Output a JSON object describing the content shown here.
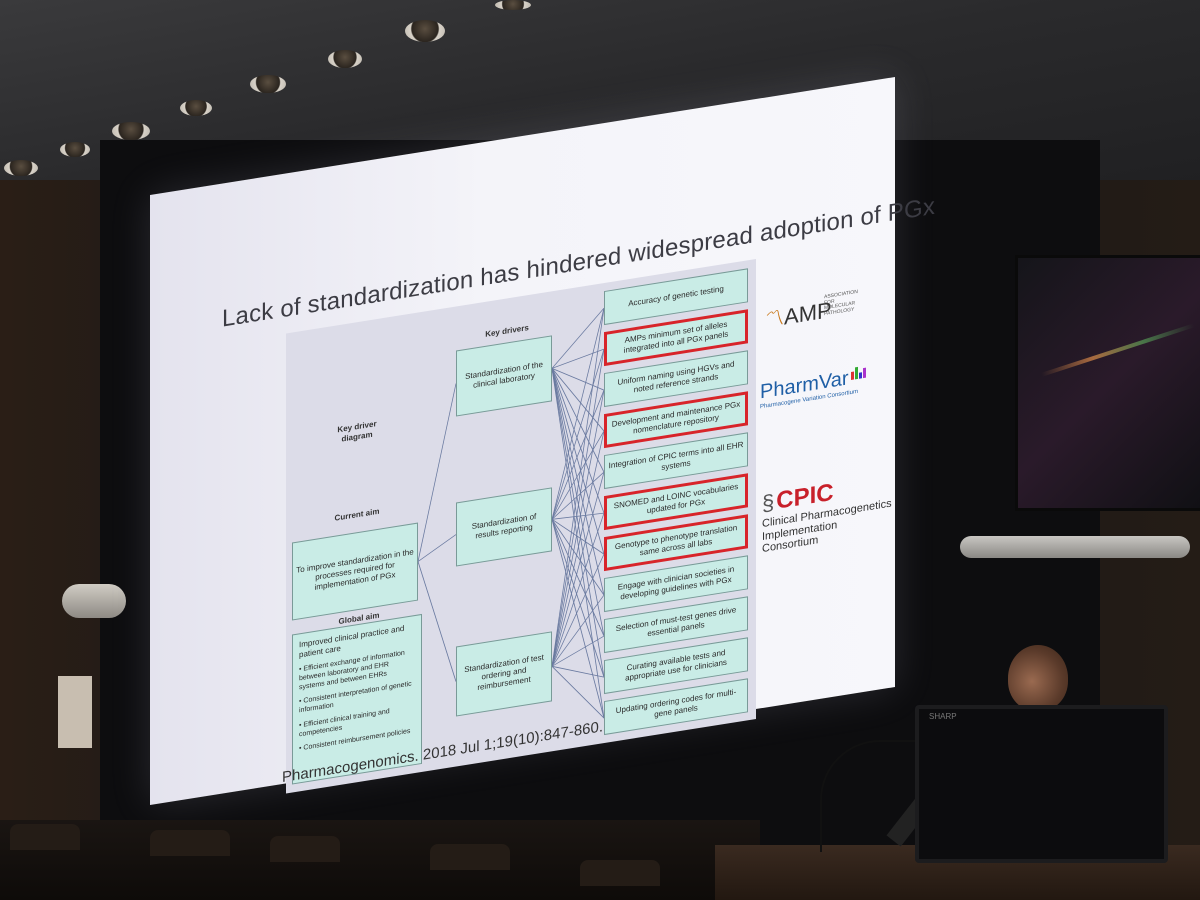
{
  "slide": {
    "title": "Lack of standardization has hindered widespread adoption of PGx",
    "citation": "Pharmacogenomics. 2018 Jul 1;19(10):847-860."
  },
  "diagram": {
    "labels": {
      "key_driver_diagram": "Key driver diagram",
      "current_aim": "Current aim",
      "global_aim": "Global aim",
      "key_drivers": "Key drivers"
    },
    "current_aim_text": "To improve standardization in the processes required for implementation of PGx",
    "global_aim": {
      "heading": "Improved clinical practice and patient care",
      "items": [
        "• Efficient exchange of information between laboratory and EHR systems and between EHRs",
        "• Consistent interpretation of genetic information",
        "• Efficient clinical training and competencies",
        "• Consistent reimbursement policies"
      ]
    },
    "key_drivers": [
      "Standardization of the clinical laboratory",
      "Standardization of results reporting",
      "Standardization of test ordering and reimbursement"
    ],
    "secondary_drivers": [
      {
        "text": "Accuracy of genetic testing",
        "highlighted": false
      },
      {
        "text": "AMPs minimum set of alleles integrated into all PGx panels",
        "highlighted": true
      },
      {
        "text": "Uniform naming using HGVs and noted reference strands",
        "highlighted": false
      },
      {
        "text": "Development and maintenance PGx nomenclature repository",
        "highlighted": true
      },
      {
        "text": "Integration of CPIC terms into all EHR systems",
        "highlighted": false
      },
      {
        "text": "SNOMED and LOINC vocabularies updated for PGx",
        "highlighted": true
      },
      {
        "text": "Genotype to phenotype translation same across all labs",
        "highlighted": true
      },
      {
        "text": "Engage with clinician societies in developing guidelines with PGx",
        "highlighted": false
      },
      {
        "text": "Selection of must-test genes drive essential panels",
        "highlighted": false
      },
      {
        "text": "Curating available tests and appropriate use for clinicians",
        "highlighted": false
      },
      {
        "text": "Updating ordering codes for multi-gene panels",
        "highlighted": false
      }
    ],
    "highlight_color": "#d8242a",
    "box_color": "#c9ece6"
  },
  "logos": {
    "amp": {
      "name": "AMP",
      "subtitle": "ASSOCIATION FOR MOLECULAR PATHOLOGY"
    },
    "pharmvar": {
      "name": "PharmVar",
      "subtitle": "Pharmacogene Variation Consortium"
    },
    "cpic": {
      "name": "CPIC",
      "line1": "Clinical Pharmacogenetics",
      "line2": "Implementation Consortium"
    }
  },
  "room": {
    "monitor_brand": "SHARP"
  }
}
